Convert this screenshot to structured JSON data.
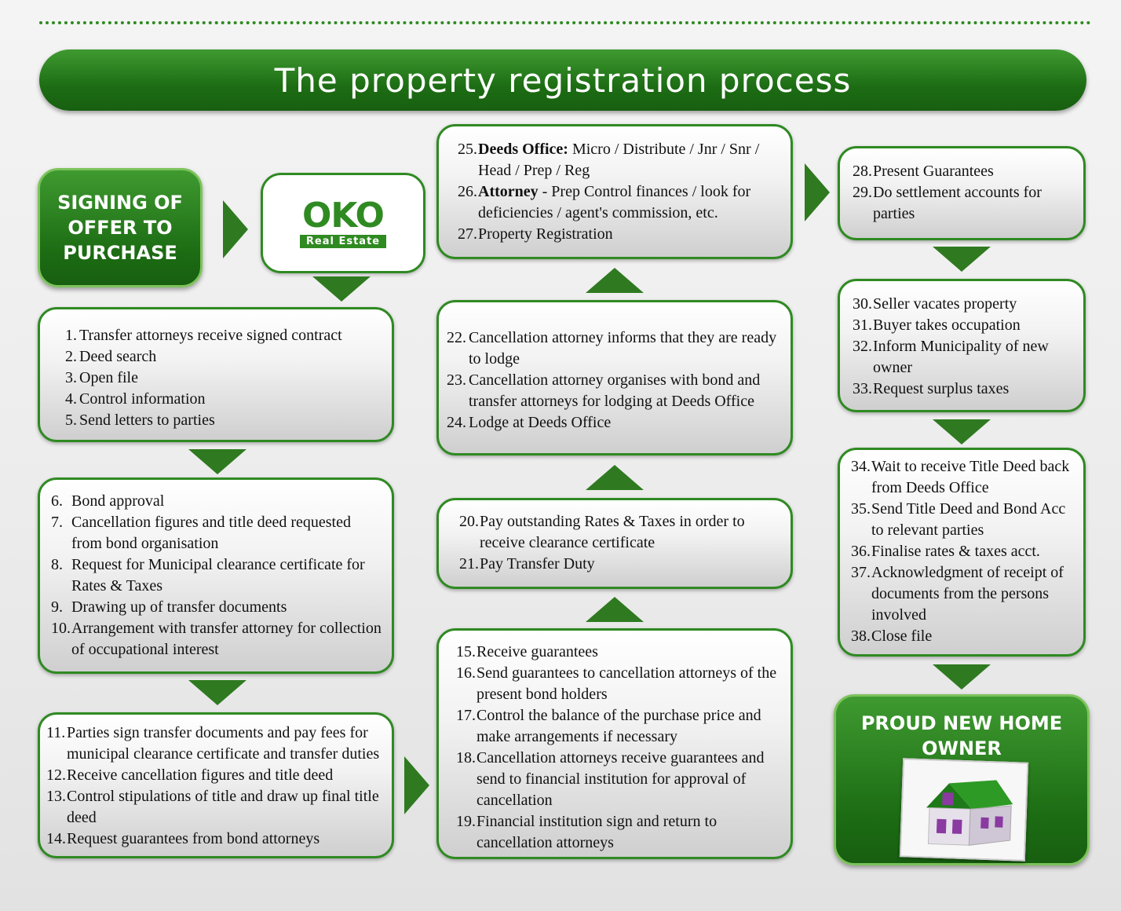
{
  "title": "The property registration process",
  "signing": "SIGNING OF OFFER TO PURCHASE",
  "logo": {
    "word": "OKO",
    "sub": "Real Estate"
  },
  "proud": "PROUD NEW HOME OWNER",
  "box1": [
    {
      "n": "1.",
      "t": "Transfer attorneys receive signed contract"
    },
    {
      "n": "2.",
      "t": "Deed search"
    },
    {
      "n": "3.",
      "t": "Open file"
    },
    {
      "n": "4.",
      "t": "Control information"
    },
    {
      "n": "5.",
      "t": "Send letters to parties"
    }
  ],
  "box2": [
    {
      "n": "6.",
      "t": "Bond approval"
    },
    {
      "n": "7.",
      "t": "Cancellation figures and title deed requested from bond organisation"
    },
    {
      "n": "8.",
      "t": "Request for Municipal clearance certificate for Rates & Taxes"
    },
    {
      "n": "9.",
      "t": "Drawing up of transfer documents"
    },
    {
      "n": "10.",
      "t": "Arrangement with transfer attorney for collection of occupational interest"
    }
  ],
  "box3": [
    {
      "n": "11.",
      "t": "Parties sign transfer documents and pay fees for municipal clearance certificate and transfer duties"
    },
    {
      "n": "12.",
      "t": "Receive cancellation figures and title deed"
    },
    {
      "n": "13.",
      "t": "Control stipulations of title and draw up final title deed"
    },
    {
      "n": "14.",
      "t": "Request guarantees from bond attorneys"
    }
  ],
  "box4": [
    {
      "n": "15.",
      "t": "Receive guarantees"
    },
    {
      "n": "16.",
      "t": "Send guarantees to cancellation attorneys of the present bond holders"
    },
    {
      "n": "17.",
      "t": "Control the balance of the purchase price and make arrangements if necessary"
    },
    {
      "n": "18.",
      "t": "Cancellation attorneys receive guarantees and send to financial institution for approval of cancellation"
    },
    {
      "n": "19.",
      "t": "Financial institution sign and return to cancellation attorneys"
    }
  ],
  "box5": [
    {
      "n": "20.",
      "t": "Pay outstanding Rates & Taxes in order to receive clearance certificate"
    },
    {
      "n": "21.",
      "t": "Pay Transfer Duty"
    }
  ],
  "box6": [
    {
      "n": "22.",
      "t": "Cancellation attorney informs that they are ready to lodge"
    },
    {
      "n": "23.",
      "t": "Cancellation attorney organises with bond and transfer attorneys for lodging at Deeds Office"
    },
    {
      "n": "24.",
      "t": "Lodge at Deeds Office"
    }
  ],
  "box7": [
    {
      "n": "25.",
      "b": "Deeds Office:",
      "t": " Micro / Distribute / Jnr / Snr / Head / Prep / Reg"
    },
    {
      "n": "26.",
      "b": "Attorney",
      "t": " - Prep Control finances / look for deficiencies / agent's commission, etc."
    },
    {
      "n": "27.",
      "t": " Property Registration"
    }
  ],
  "box8": [
    {
      "n": "28.",
      "t": "Present Guarantees"
    },
    {
      "n": "29.",
      "t": "Do settlement accounts for parties"
    }
  ],
  "box9": [
    {
      "n": "30.",
      "t": "Seller vacates property"
    },
    {
      "n": "31.",
      "t": "Buyer takes occupation"
    },
    {
      "n": "32.",
      "t": "Inform Municipality of new owner"
    },
    {
      "n": "33.",
      "t": "Request surplus taxes"
    }
  ],
  "box10": [
    {
      "n": "34.",
      "t": "Wait to receive Title Deed back from Deeds Office"
    },
    {
      "n": "35.",
      "t": "Send Title Deed and Bond Acc to relevant parties"
    },
    {
      "n": "36.",
      "t": "Finalise rates & taxes acct."
    },
    {
      "n": "37.",
      "t": "Acknowledgment of receipt of documents from the persons involved"
    },
    {
      "n": "38.",
      "t": "Close file"
    }
  ],
  "colors": {
    "green": "#2f8a22",
    "dark_green": "#1d6d14"
  },
  "icons": [
    "house-icon"
  ]
}
